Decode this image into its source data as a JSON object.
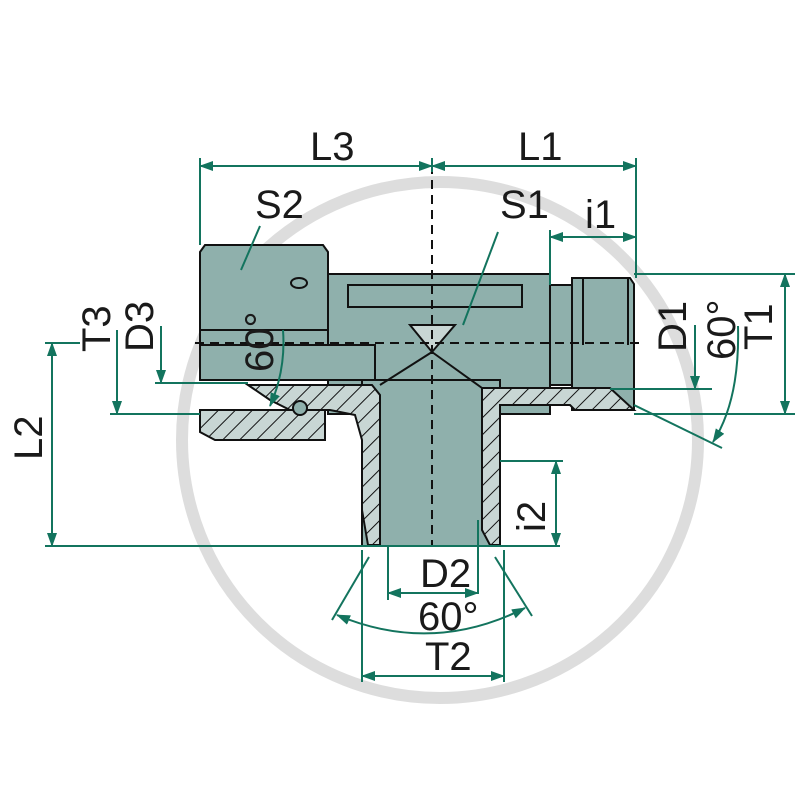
{
  "drawing": {
    "title": "T-fitting technical dimension drawing",
    "colors": {
      "body_fill": "#8fb0ac",
      "dimension_line": "#13745e",
      "outline": "#111111",
      "hatch_bg": "#c8d6d4",
      "watermark": "#cfcfcf"
    },
    "labels": {
      "L3": "L3",
      "L1": "L1",
      "S2": "S2",
      "S1": "S1",
      "i1": "i1",
      "T3": "T3",
      "D3": "D3",
      "angle_left": "60°",
      "D1": "D1",
      "angle_right": "60°",
      "T1": "T1",
      "L2": "L2",
      "i2": "i2",
      "D2": "D2",
      "angle_bottom": "60°",
      "T2": "T2"
    }
  }
}
